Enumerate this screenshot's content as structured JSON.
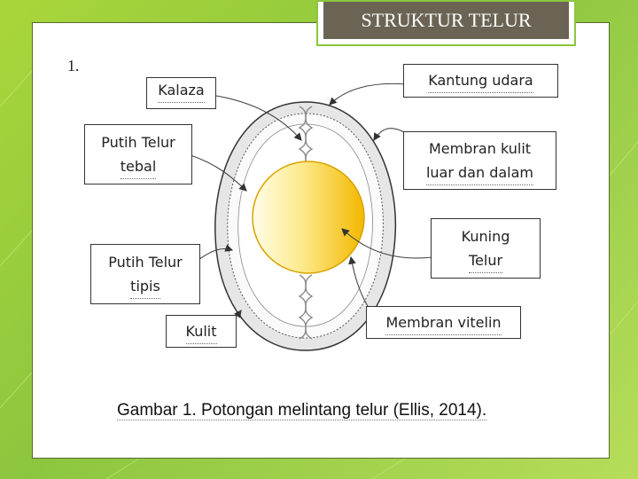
{
  "title": "STRUKTUR TELUR",
  "marker": "1.",
  "labels": {
    "kalaza": "Kalaza",
    "putih_tebal_l1": "Putih Telur",
    "putih_tebal_l2": "tebal",
    "putih_tipis_l1": "Putih Telur",
    "putih_tipis_l2": "tipis",
    "kulit": "Kulit",
    "kantung": "Kantung udara",
    "membran_kulit_l1": "Membran kulit",
    "membran_kulit_l2": "luar dan dalam",
    "kuning_l1": "Kuning",
    "kuning_l2": "Telur",
    "membran_vitelin": "Membran vitelin"
  },
  "caption": "Gambar 1. Potongan melintang telur (Ellis, 2014).",
  "colors": {
    "background": "#8cc63f",
    "title_fill": "#6b6454",
    "yolk": "#f5c400",
    "shell": "#d9d9d9"
  }
}
